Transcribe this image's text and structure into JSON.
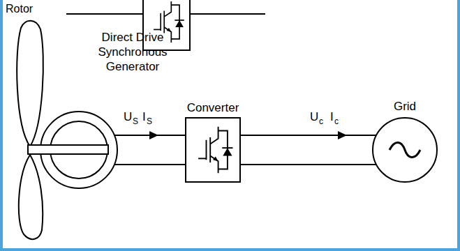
{
  "diagram": {
    "nodes": [
      {
        "text": [
          "Direct Drive Synchronous Generator"
        ]
      },
      {
        "text": [
          "Converter"
        ]
      },
      {
        "text": [
          "Grid"
        ]
      }
    ],
    "edges": [
      {
        "from": 0,
        "to": 1,
        "arrow": "none"
      },
      {
        "from": 1,
        "to": 2,
        "arrow": "none"
      }
    ],
    "labels": [
      "Rotor",
      "U",
      "S",
      "I",
      "S",
      "U",
      "c",
      "I",
      "c"
    ]
  }
}
